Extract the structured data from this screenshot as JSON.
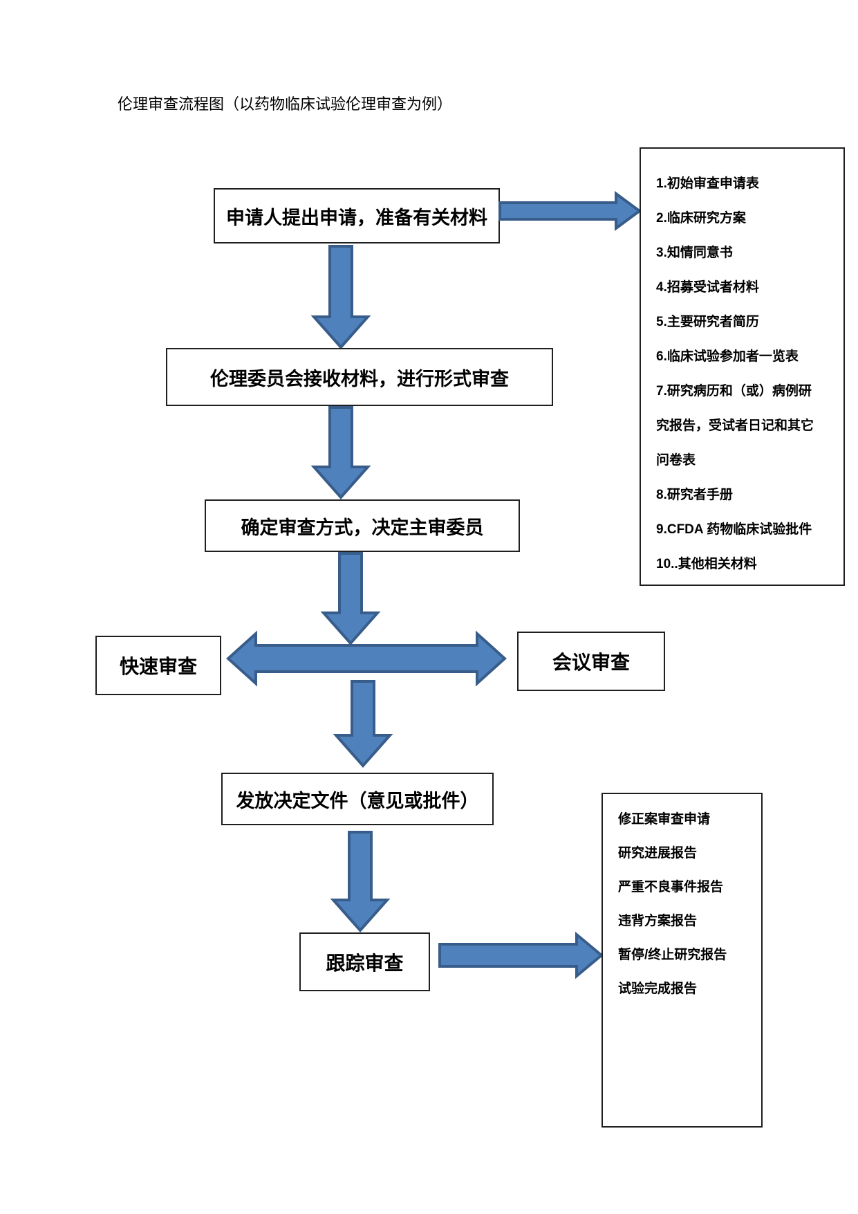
{
  "title": "伦理审查流程图（以药物临床试验伦理审查为例）",
  "flow": {
    "step1": "申请人提出申请，准备有关材料",
    "step2": "伦理委员会接收材料，进行形式审查",
    "step3": "确定审查方式，决定主审委员",
    "branch_left": "快速审查",
    "branch_right": "会议审查",
    "step4": "发放决定文件（意见或批件）",
    "step5": "跟踪审查"
  },
  "materials": {
    "items": [
      "1.初始审查申请表",
      "2.临床研究方案",
      "3.知情同意书",
      "4.招募受试者材料",
      "5.主要研究者简历",
      "6.临床试验参加者一览表",
      "7.研究病历和（或）病例研究报告，受试者日记和其它问卷表",
      "8.研究者手册",
      "9.CFDA 药物临床试验批件",
      "10..其他相关材料"
    ]
  },
  "followup": {
    "items": [
      "修正案审查申请",
      "研究进展报告",
      "严重不良事件报告",
      "违背方案报告",
      "暂停/终止研究报告",
      "试验完成报告"
    ]
  },
  "colors": {
    "arrow_fill": "#4f81bd",
    "arrow_stroke": "#385d8a",
    "box_border": "#1f1f1f",
    "text": "#000000",
    "page_background": "#ffffff"
  }
}
